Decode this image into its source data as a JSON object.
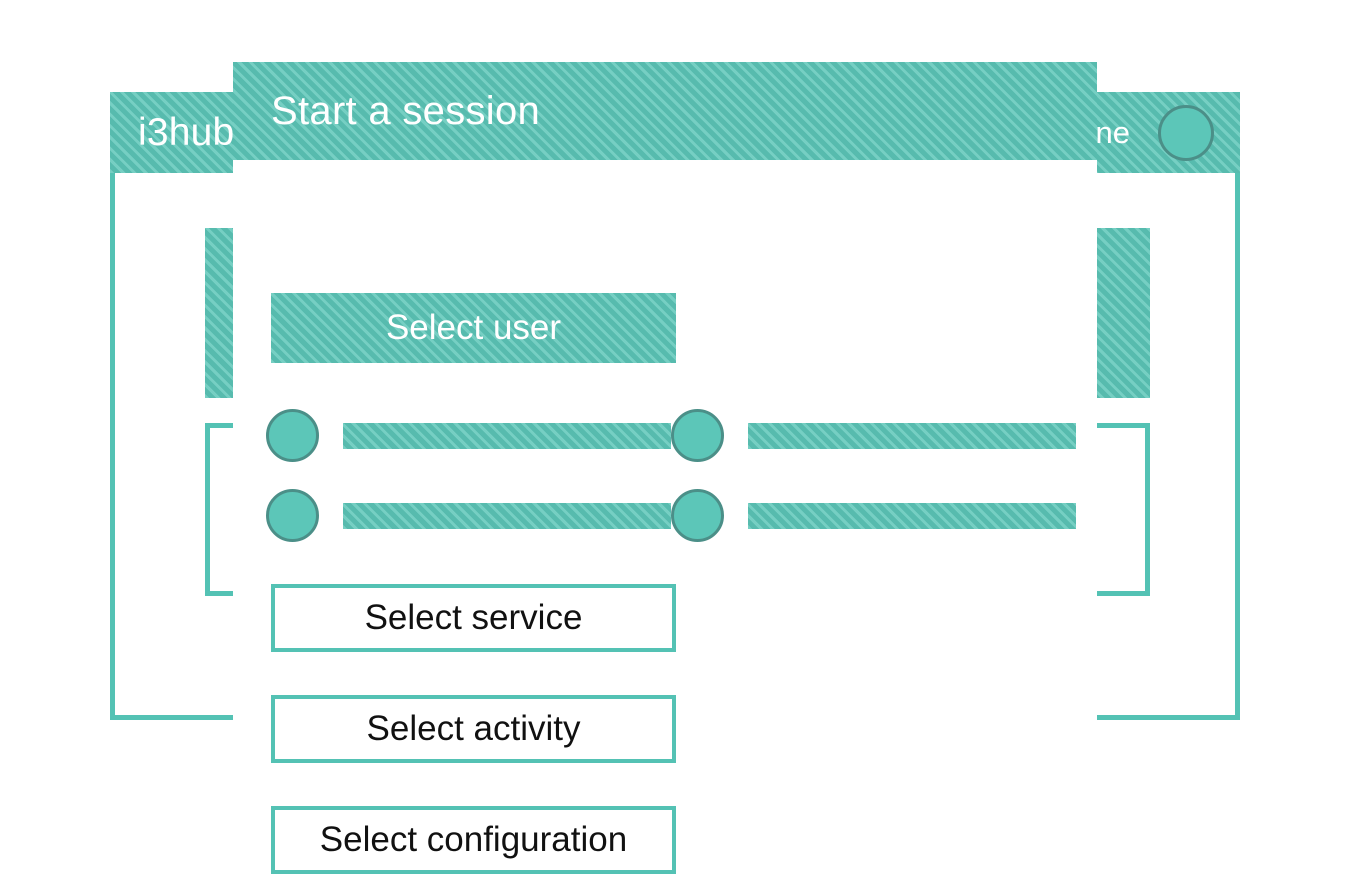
{
  "background_window": {
    "app_title": "i3hub",
    "user_name": "ne",
    "avatar_icon": "user-avatar-circle-icon",
    "placeholder_cards": [
      {
        "name": "left-hatched-card",
        "style": "hatched"
      },
      {
        "name": "right-hatched-card",
        "style": "hatched"
      },
      {
        "name": "left-outlined-card",
        "style": "outlined"
      },
      {
        "name": "right-outlined-card",
        "style": "outlined"
      }
    ]
  },
  "modal": {
    "title": "Start a session",
    "select_user_label": "Select user",
    "users": [
      {
        "avatar_icon": "user-avatar-circle-icon",
        "name_placeholder": ""
      },
      {
        "avatar_icon": "user-avatar-circle-icon",
        "name_placeholder": ""
      },
      {
        "avatar_icon": "user-avatar-circle-icon",
        "name_placeholder": ""
      },
      {
        "avatar_icon": "user-avatar-circle-icon",
        "name_placeholder": ""
      }
    ],
    "select_service_label": "Select service",
    "select_activity_label": "Select activity",
    "select_configuration_label": "Select configuration"
  },
  "colors": {
    "teal_fill": "#5cc6b8",
    "teal_border": "#54c2b4",
    "outline_dark": "#4b8f88",
    "text_on_teal": "#ffffff",
    "text_dark": "#111111",
    "page_background": "#ffffff"
  }
}
